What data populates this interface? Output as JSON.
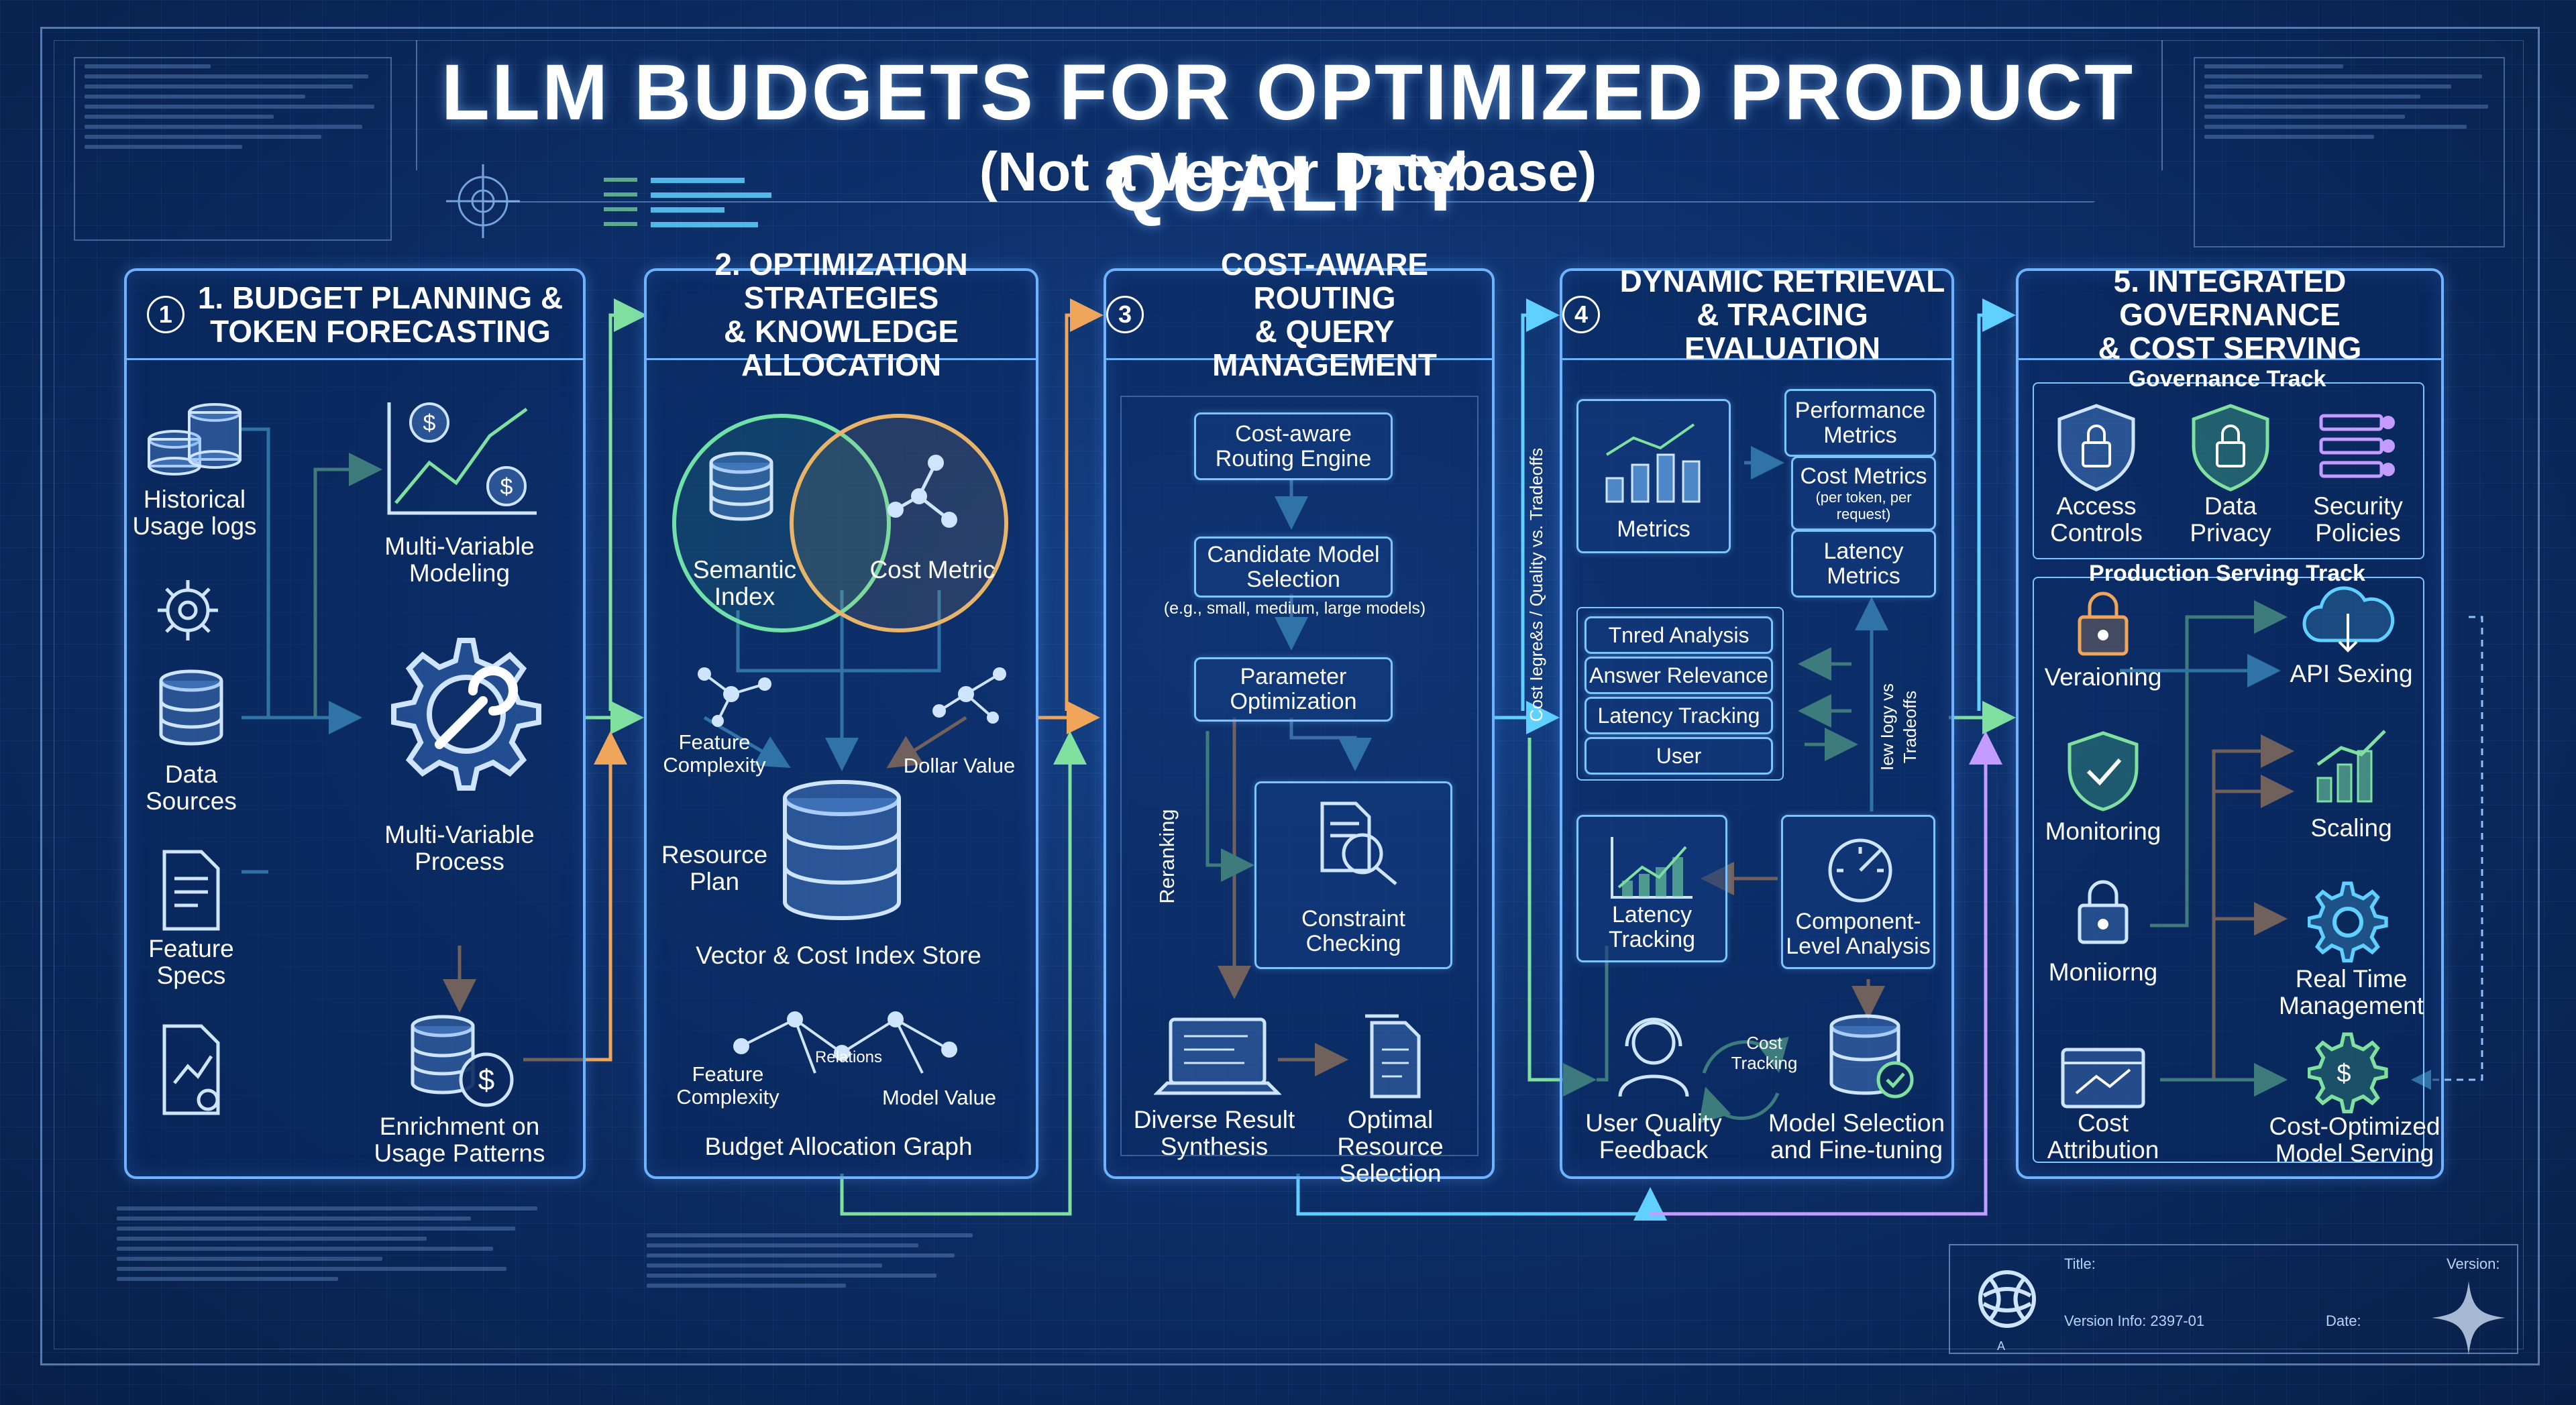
{
  "header": {
    "title": "LLM BUDGETS FOR OPTIMIZED PRODUCT QUALITY",
    "subtitle": "(Not a Vector Database)"
  },
  "panels": [
    {
      "number": "1",
      "title_line1": "1. BUDGET PLANNING &",
      "title_line2": "TOKEN FORECASTING",
      "items": {
        "historical": "Historical Usage logs",
        "data_sources": "Data Sources",
        "feature_specs": "Feature Specs",
        "modeling": "Multi-Variable Modeling",
        "process": "Multi-Variable Process",
        "enrichment": "Enrichment on Usage Patterns"
      }
    },
    {
      "number": "",
      "title_line1": "2. OPTIMIZATION STRATEGIES",
      "title_line2": "& KNOWLEDGE ALLOCATION",
      "items": {
        "semantic_index": "Semantic Index",
        "cost_metric": "Cost Metric",
        "feature_complexity": "Feature Complexity",
        "dollar_value": "Dollar Value",
        "resource_plan": "Resource Plan",
        "store": "Vector & Cost Index Store",
        "feature_complexity_2": "Feature Complexity",
        "relations": "Relations",
        "model_value": "Model Value",
        "graph": "Budget Allocation Graph"
      }
    },
    {
      "number": "3",
      "title_line1": "COST-AWARE ROUTING",
      "title_line2": "& QUERY MANAGEMENT",
      "items": {
        "routing_engine": "Cost-aware Routing Engine",
        "candidate": "Candidate Model Selection",
        "candidate_note": "(e.g., small, medium, large models)",
        "parameter": "Parameter Optimization",
        "constraint": "Constraint Checking",
        "reranking": "Reranking",
        "diverse": "Diverse Result Synthesis",
        "optimal": "Optimal Resource Selection"
      }
    },
    {
      "number": "4",
      "title_line1": "DYNAMIC RETRIEVAL",
      "title_line2": "& TRACING EVALUATION",
      "items": {
        "metrics": "Metrics",
        "performance": "Performance Metrics",
        "cost_metrics": "Cost Metrics",
        "cost_metrics_note": "(per token, per request)",
        "latency_metrics": "Latency Metrics",
        "list": [
          "Tnred Analysis",
          "Answer Relevance",
          "Latency Tracking",
          "User"
        ],
        "tradeoffs": "Iew Iogy vs Tradeoffs",
        "latency_tracking": "Latency Tracking",
        "component": "Component-Level Analysis",
        "user_quality": "User Quality Feedback",
        "cost_tracking": "Cost Tracking",
        "model_selection": "Model Selection and Fine-tuning"
      }
    },
    {
      "number": "",
      "title_line1": "5. INTEGRATED GOVERNANCE",
      "title_line2": "& COST SERVING",
      "items": {
        "governance_track": "Governance Track",
        "access": "Access Controls",
        "privacy": "Data Privacy",
        "security": "Security Policies",
        "production_track": "Production Serving Track",
        "versioning": "Veraioning",
        "api": "API Sexing",
        "monitoring": "Monitoring",
        "scaling": "Scaling",
        "moniiorng": "Moniiorng",
        "realtime": "Real Time Management",
        "attribution": "Cost Attribution",
        "cost_optimized": "Cost-Optimized Model Serving"
      }
    }
  ],
  "between": {
    "tradeoffs_vertical": "Cost Iegre&s / Quality vs. Tradeoffs"
  },
  "legend": {
    "title_label": "Title:",
    "version_info": "Version Info: 2397-01",
    "date_label": "Date:",
    "version_label": "Version:",
    "rev": "A"
  },
  "colors": {
    "panel_border": "#6fb3ff",
    "arrow_green": "#7fe0a0",
    "arrow_orange": "#f0a65a",
    "arrow_cyan": "#5fd0ff",
    "arrow_violet": "#c49cff"
  }
}
